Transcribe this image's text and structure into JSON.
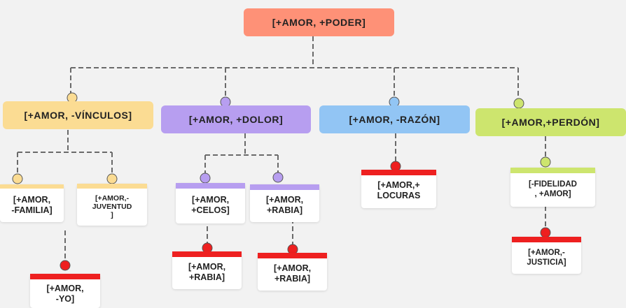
{
  "colors": {
    "root": "#fe9177",
    "orange": "#fbdc93",
    "purple": "#b79ef0",
    "blue": "#92c5f4",
    "green": "#cde56e",
    "red": "#ee2020",
    "line": "#6a6a6a"
  },
  "root": {
    "label": "[+AMOR, +PODER]"
  },
  "branches": {
    "vinculos": {
      "label": "[+AMOR, -VÍNCULOS]"
    },
    "dolor": {
      "label": "[+AMOR, +DOLOR]"
    },
    "razon": {
      "label": "[+AMOR, -RAZÓN]"
    },
    "perdon": {
      "label": "[+AMOR,+PERDÓN]"
    }
  },
  "leaves": {
    "familia": "[+AMOR,\n-FAMILIA]",
    "juventud": "[+AMOR,-\nJUVENTUD\n]",
    "yo": "[+AMOR,\n-YO]",
    "celos": "[+AMOR,\n+CELOS]",
    "rabia_a": "[+AMOR,\n+RABIA]",
    "rabia_b": "[+AMOR,\n+RABIA]",
    "rabia_c": "[+AMOR,\n+RABIA]",
    "locuras": "[+AMOR,+\nLOCURAS",
    "fidelidad": "[-FIDELIDAD\n, +AMOR]",
    "justicia": "[+AMOR,-\nJUSTICIA]"
  }
}
